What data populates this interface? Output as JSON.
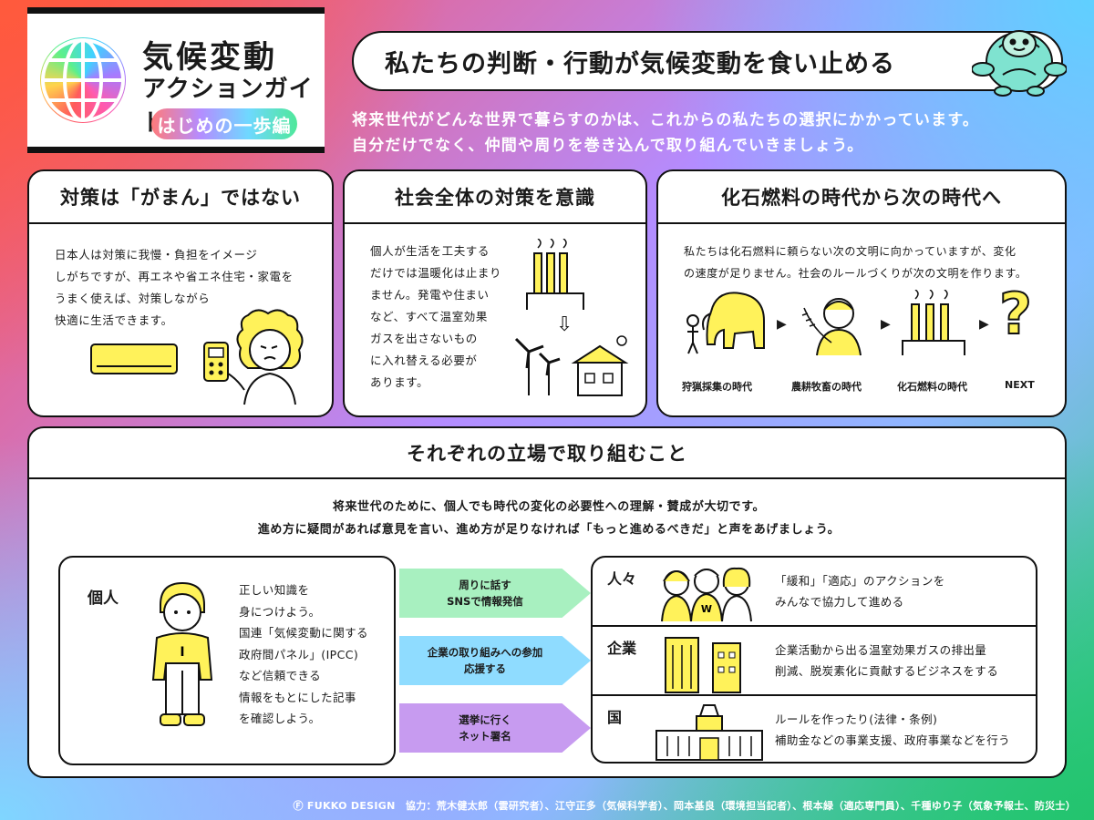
{
  "logo": {
    "title_line1": "気候変動",
    "title_line2": "アクションガイド",
    "edition": "はじめの一歩編"
  },
  "headline": "私たちの判断・行動が気候変動を食い止める",
  "intro": {
    "line1": "将来世代がどんな世界で暮らすのかは、これからの私たちの選択にかかっています。",
    "line2": "自分だけでなく、仲間や周りを巻き込んで取り組んでいきましょう。"
  },
  "card1": {
    "title": "対策は「がまん」ではない",
    "lines": [
      "日本人は対策に我慢・負担をイメージ",
      "しがちですが、再エネや省エネ住宅・家電を",
      "うまく使えば、対策しながら",
      "快適に生活できます。"
    ]
  },
  "card2": {
    "title": "社会全体の対策を意識",
    "lines": [
      "個人が生活を工夫する",
      "だけでは温暖化は止まり",
      "ません。発電や住まい",
      "など、すべて温室効果",
      "ガスを出さないもの",
      "に入れ替える必要が",
      "あります。"
    ]
  },
  "card3": {
    "title": "化石燃料の時代から次の時代へ",
    "lines": [
      "私たちは化石燃料に頼らない次の文明に向かっていますが、変化",
      "の速度が足りません。社会のルールづくりが次の文明を作ります。"
    ],
    "eras": [
      "狩猟採集の時代",
      "農耕牧畜の時代",
      "化石燃料の時代",
      "NEXT"
    ],
    "question_mark": "?"
  },
  "section": {
    "title": "それぞれの立場で取り組むこと",
    "intro_line1": "将来世代のために、個人でも時代の変化の必要性への理解・賛成が大切です。",
    "intro_line2": "進め方に疑問があれば意見を言い、進め方が足りなければ「もっと進めるべきだ」と声をあげましょう。",
    "individual": {
      "label": "個人",
      "shirt_letter": "I",
      "lines": [
        "正しい知識を",
        "身につけよう。",
        "国連「気候変動に関する",
        "政府間パネル」(IPCC)",
        "など信頼できる",
        "情報をもとにした記事",
        "を確認しよう。"
      ]
    },
    "arrows": [
      {
        "line1": "周りに話す",
        "line2": "SNSで情報発信",
        "color": "#a8f0c0"
      },
      {
        "line1": "企業の取り組みへの参加",
        "line2": "応援する",
        "color": "#8fdcff"
      },
      {
        "line1": "選挙に行く",
        "line2": "ネット署名",
        "color": "#c79bf0"
      }
    ],
    "targets": [
      {
        "label": "人々",
        "line1": "「緩和」「適応」のアクションを",
        "line2": "みんなで協力して進める",
        "shirt_letter": "W"
      },
      {
        "label": "企業",
        "line1": "企業活動から出る温室効果ガスの排出量",
        "line2": "削減、脱炭素化に貢献するビジネスをする"
      },
      {
        "label": "国",
        "line1": "ルールを作ったり(法律・条例)",
        "line2": "補助金などの事業支援、政府事業などを行う"
      }
    ]
  },
  "footer": "Ⓕ FUKKO DESIGN　協力：荒木健太郎（雲研究者）、江守正多（気候科学者）、岡本基良（環境担当記者）、根本緑（適応専門員）、千種ゆり子（気象予報士、防災士）",
  "colors": {
    "accent_yellow": "#fff25a",
    "border": "#111111"
  }
}
